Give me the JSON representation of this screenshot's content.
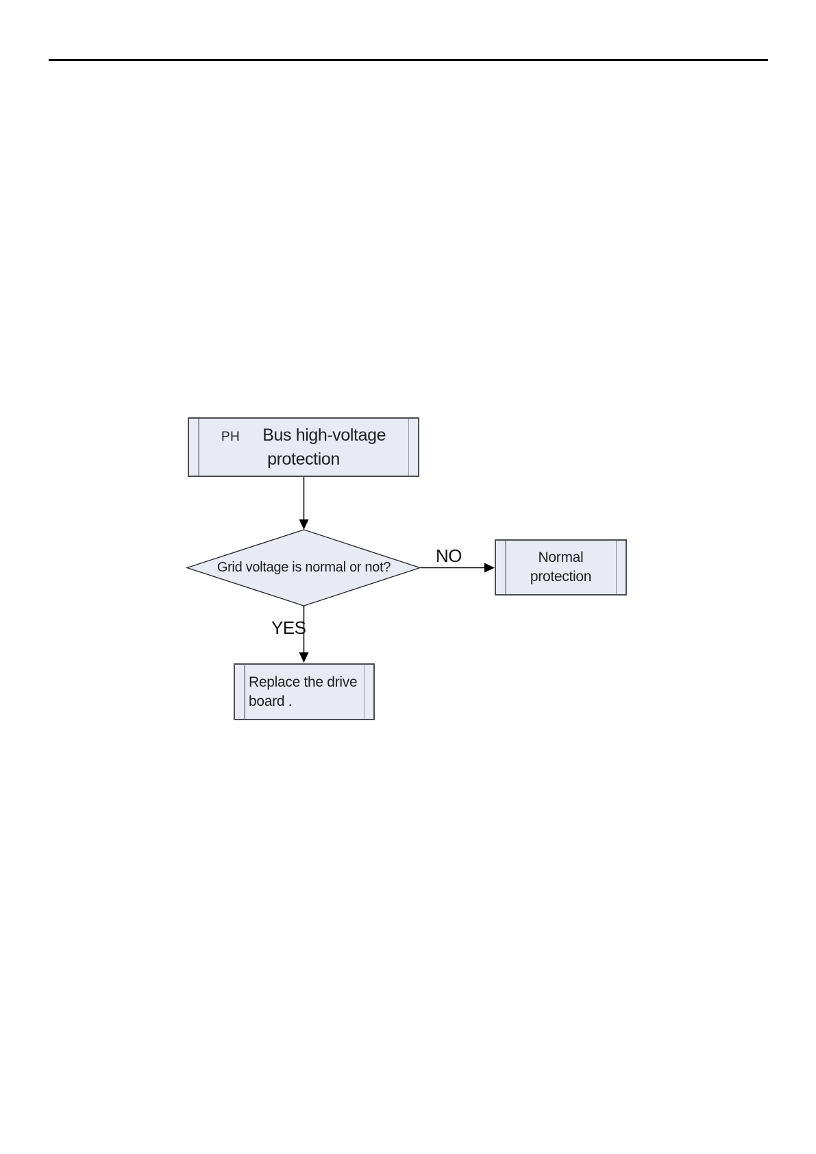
{
  "flowchart": {
    "nodes": {
      "start": {
        "code": "PH",
        "line1": "Bus high-voltage",
        "line2": "protection"
      },
      "decision": {
        "label": "Grid voltage is normal or not?"
      },
      "normal": {
        "line1": "Normal",
        "line2": "protection"
      },
      "replace": {
        "line1": "Replace the drive",
        "line2": "board ."
      }
    },
    "edges": {
      "no": {
        "label": "NO"
      },
      "yes": {
        "label": "YES"
      }
    },
    "colors": {
      "node_fill": "#e8eaf4",
      "node_border": "#4b4b52",
      "inner_line": "#9599a8",
      "connector": "#000000",
      "text": "#1f1f1f"
    }
  }
}
